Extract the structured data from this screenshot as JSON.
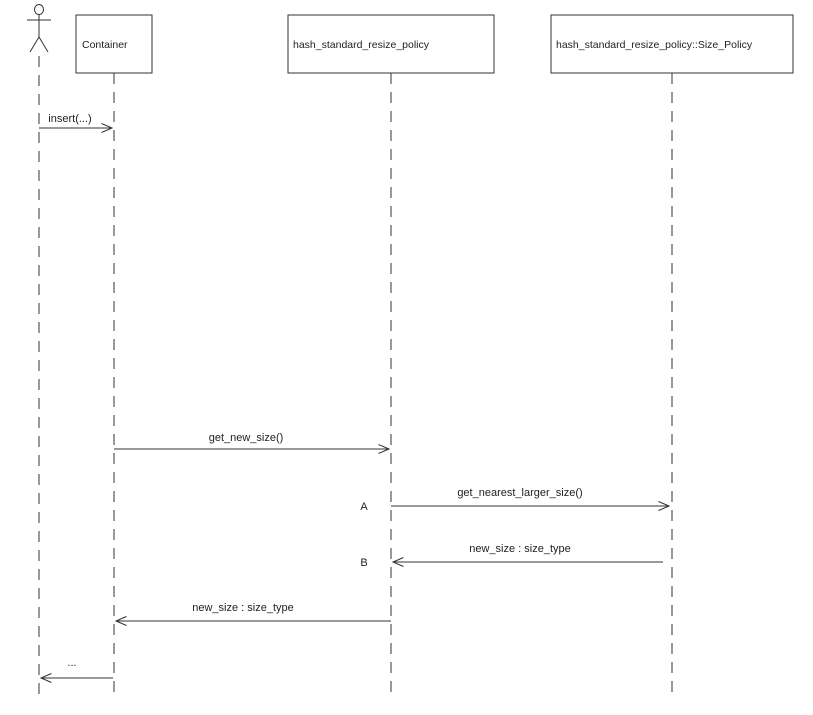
{
  "diagram_type": "uml-sequence-diagram",
  "colors": {
    "background": "#ffffff",
    "line": "#333333",
    "text": "#1f1f1f"
  },
  "actor": {
    "name": "actor"
  },
  "lifelines": [
    {
      "label": "Container"
    },
    {
      "label": "hash_standard_resize_policy"
    },
    {
      "label": "hash_standard_resize_policy::Size_Policy"
    }
  ],
  "messages": [
    {
      "marker": "",
      "label": "insert(...)",
      "from": "actor",
      "to": "Container",
      "direction": "right"
    },
    {
      "marker": "",
      "label": "get_new_size()",
      "from": "Container",
      "to": "hash_standard_resize_policy",
      "direction": "right"
    },
    {
      "marker": "A",
      "label": "get_nearest_larger_size()",
      "from": "hash_standard_resize_policy",
      "to": "hash_standard_resize_policy::Size_Policy",
      "direction": "right"
    },
    {
      "marker": "B",
      "label": "new_size : size_type",
      "from": "hash_standard_resize_policy::Size_Policy",
      "to": "hash_standard_resize_policy",
      "direction": "left"
    },
    {
      "marker": "",
      "label": "new_size : size_type",
      "from": "hash_standard_resize_policy",
      "to": "Container",
      "direction": "left"
    },
    {
      "marker": "",
      "label": "...",
      "from": "Container",
      "to": "actor",
      "direction": "left"
    }
  ]
}
